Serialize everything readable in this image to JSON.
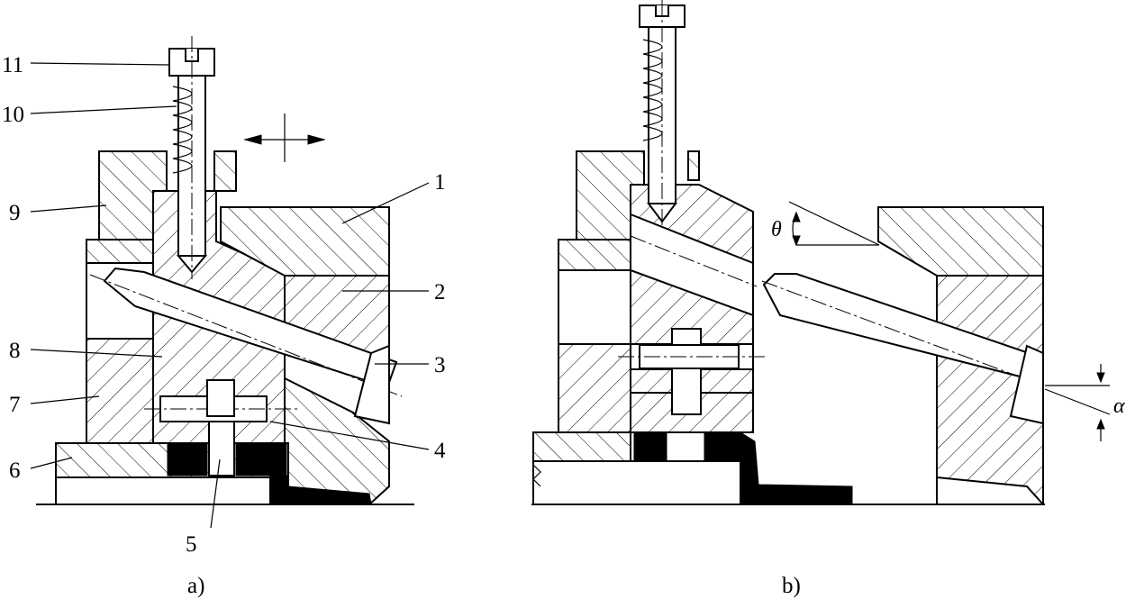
{
  "figure": {
    "part_labels": [
      "1",
      "2",
      "3",
      "4",
      "5",
      "6",
      "7",
      "8",
      "9",
      "10",
      "11"
    ],
    "captions": {
      "a": "a)",
      "b": "b)"
    },
    "angles": {
      "theta": "θ",
      "alpha": "α"
    }
  }
}
